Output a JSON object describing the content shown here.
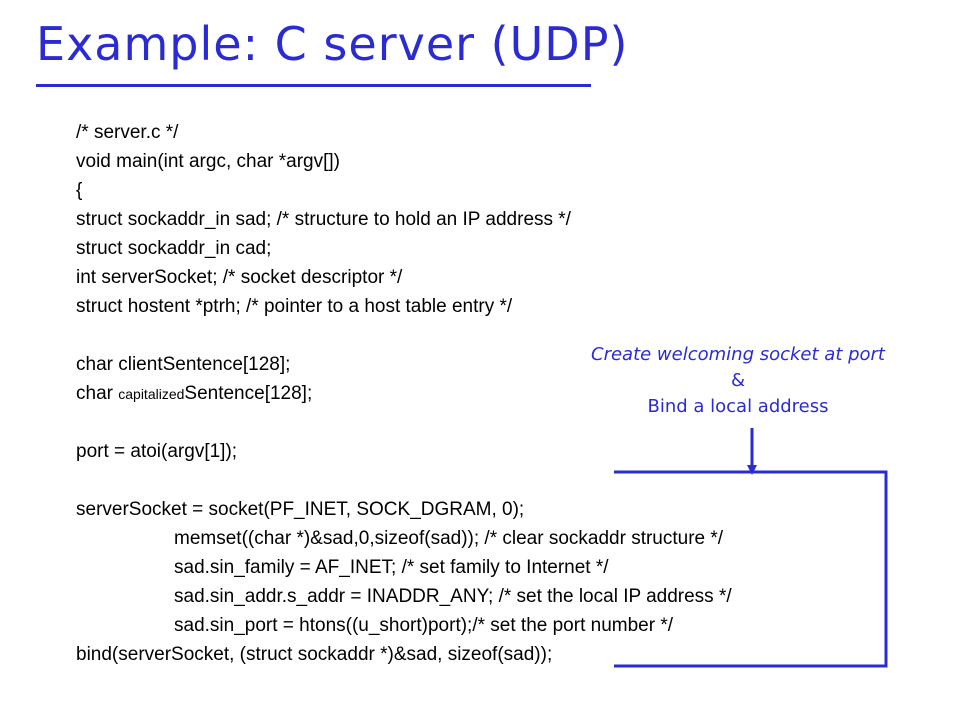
{
  "slide": {
    "title": "Example: C server (UDP)",
    "accent_color": "#2b2bd4"
  },
  "code": {
    "lines": [
      "/* server.c  */",
      "void main(int argc, char *argv[])",
      "{",
      "struct sockaddr_in sad; /* structure to hold an IP address */",
      "struct sockaddr_in cad;",
      "int serverSocket; /* socket descriptor */",
      "struct hostent *ptrh; /* pointer to a host table entry */",
      "",
      "char clientSentence[128];",
      "char ",
      "capitalized",
      "Sentence[128];",
      "",
      "port = atoi(argv[1]);",
      "",
      "serverSocket = socket(PF_INET, SOCK_DGRAM, 0);",
      "memset((char *)&sad,0,sizeof(sad)); /* clear sockaddr structure */",
      "sad.sin_family = AF_INET; /* set family to Internet */",
      "sad.sin_addr.s_addr = INADDR_ANY; /* set the local IP address */",
      "sad.sin_port = htons((u_short)port);/* set the port number */",
      "bind(serverSocket, (struct sockaddr *)&sad, sizeof(sad));"
    ]
  },
  "annotation": {
    "line1": "Create welcoming socket at port",
    "line2": "&",
    "line3": "Bind a local address"
  }
}
